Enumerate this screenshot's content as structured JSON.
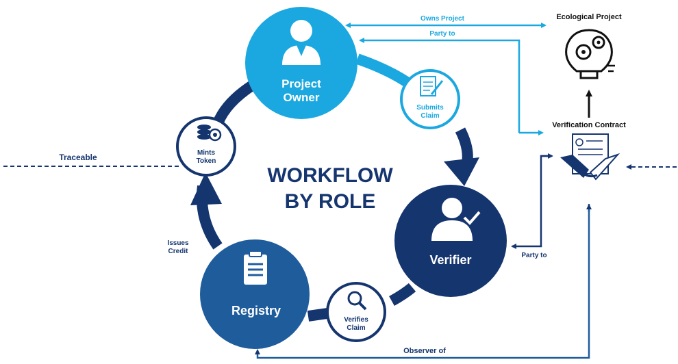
{
  "title": {
    "line1": "WORKFLOW",
    "line2": "BY ROLE"
  },
  "roles": {
    "project_owner": {
      "line1": "Project",
      "line2": "Owner"
    },
    "verifier": {
      "label": "Verifier"
    },
    "registry": {
      "label": "Registry"
    }
  },
  "actions": {
    "submits_claim": {
      "line1": "Submits",
      "line2": "Claim"
    },
    "verifies_claim": {
      "line1": "Verifies",
      "line2": "Claim"
    },
    "mints_token": {
      "line1": "Mints",
      "line2": "Token"
    },
    "issues_credit": {
      "line1": "Issues",
      "line2": "Credit"
    }
  },
  "entities": {
    "ecological_project": "Ecological Project",
    "verification_contract": "Verification Contract"
  },
  "relations": {
    "owns_project": "Owns Project",
    "party_to_top": "Party to",
    "party_to_verifier": "Party to",
    "observer_of": "Observer of",
    "traceable": "Traceable"
  },
  "colors": {
    "light_blue": "#1BA8E0",
    "dark_navy": "#15356F",
    "mid_blue": "#1F5C9C",
    "white": "#FFFFFF"
  }
}
